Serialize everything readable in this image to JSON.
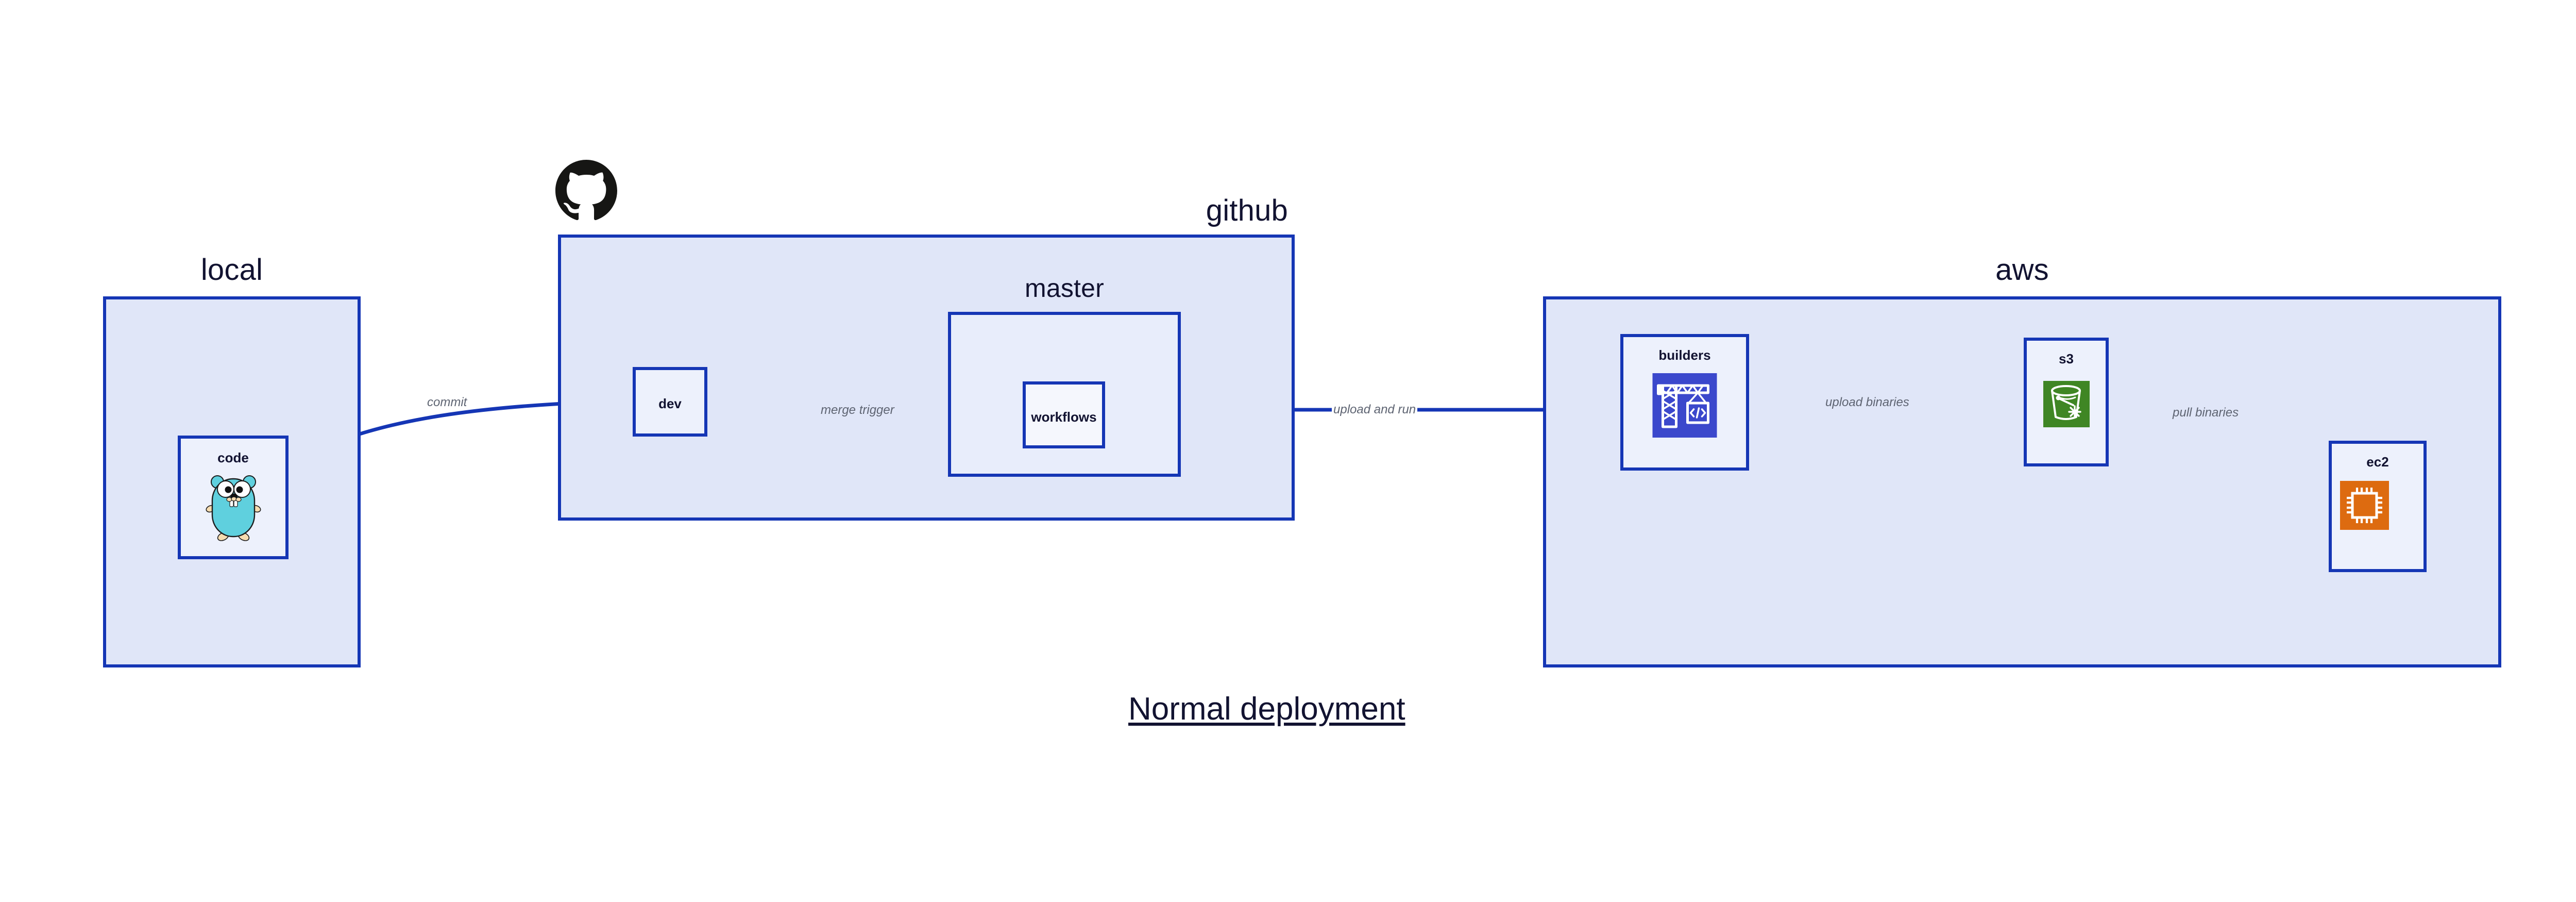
{
  "diagram": {
    "title": "Normal deployment",
    "background": "#ffffff",
    "edge_color": "#1536b5",
    "border_color": "#1536b5",
    "group_fill": "#e0e6f8",
    "sub_fill": "#e8edfb",
    "node_fill": "#edf1fc",
    "label_color": "#5e6472",
    "text_color": "#121331"
  },
  "groups": {
    "local": {
      "label": "local",
      "nodes": {
        "code": {
          "label": "code",
          "icon": "go-gopher-icon",
          "icon_color": "#5fd0de"
        }
      }
    },
    "github": {
      "label": "github",
      "logo": "github-octocat-icon",
      "logo_color": "#161614",
      "nodes": {
        "dev": {
          "label": "dev"
        }
      },
      "sub_groups": {
        "master": {
          "label": "master",
          "nodes": {
            "workflows": {
              "label": "workflows"
            }
          }
        }
      }
    },
    "aws": {
      "label": "aws",
      "nodes": {
        "builders": {
          "label": "builders",
          "icon": "crane-code-icon",
          "icon_color": "#3b48cc"
        },
        "s3": {
          "label": "s3",
          "icon": "s3-bucket-icon",
          "icon_color": "#3f8624"
        },
        "ec2": {
          "label": "ec2",
          "icon": "cpu-chip-icon",
          "icon_color": "#dd6b10"
        }
      }
    }
  },
  "edges": [
    {
      "id": "commit",
      "from": "code",
      "to": "dev",
      "label": "commit"
    },
    {
      "id": "merge-trigger",
      "from": "dev",
      "to": "workflows",
      "label": "merge trigger"
    },
    {
      "id": "upload-and-run",
      "from": "workflows",
      "to": "builders",
      "label": "upload and run"
    },
    {
      "id": "upload-binaries",
      "from": "builders",
      "to": "s3",
      "label": "upload binaries"
    },
    {
      "id": "pull-binaries",
      "from": "s3",
      "to": "ec2",
      "label": "pull binaries"
    }
  ]
}
